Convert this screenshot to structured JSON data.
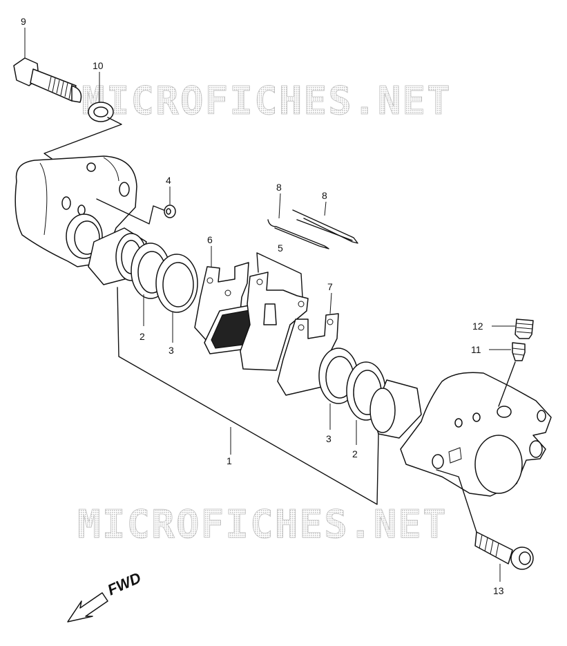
{
  "watermark": {
    "text": "MICROFICHES.NET"
  },
  "direction_label": "FWD",
  "callouts": {
    "c1": "1",
    "c2a": "2",
    "c2b": "2",
    "c3a": "3",
    "c3b": "3",
    "c4": "4",
    "c5": "5",
    "c6": "6",
    "c7": "7",
    "c8a": "8",
    "c8b": "8",
    "c9": "9",
    "c10": "10",
    "c11": "11",
    "c12": "12",
    "c13": "13"
  },
  "colors": {
    "line": "#111111",
    "watermark": "#bdbdbd",
    "background": "#ffffff"
  }
}
